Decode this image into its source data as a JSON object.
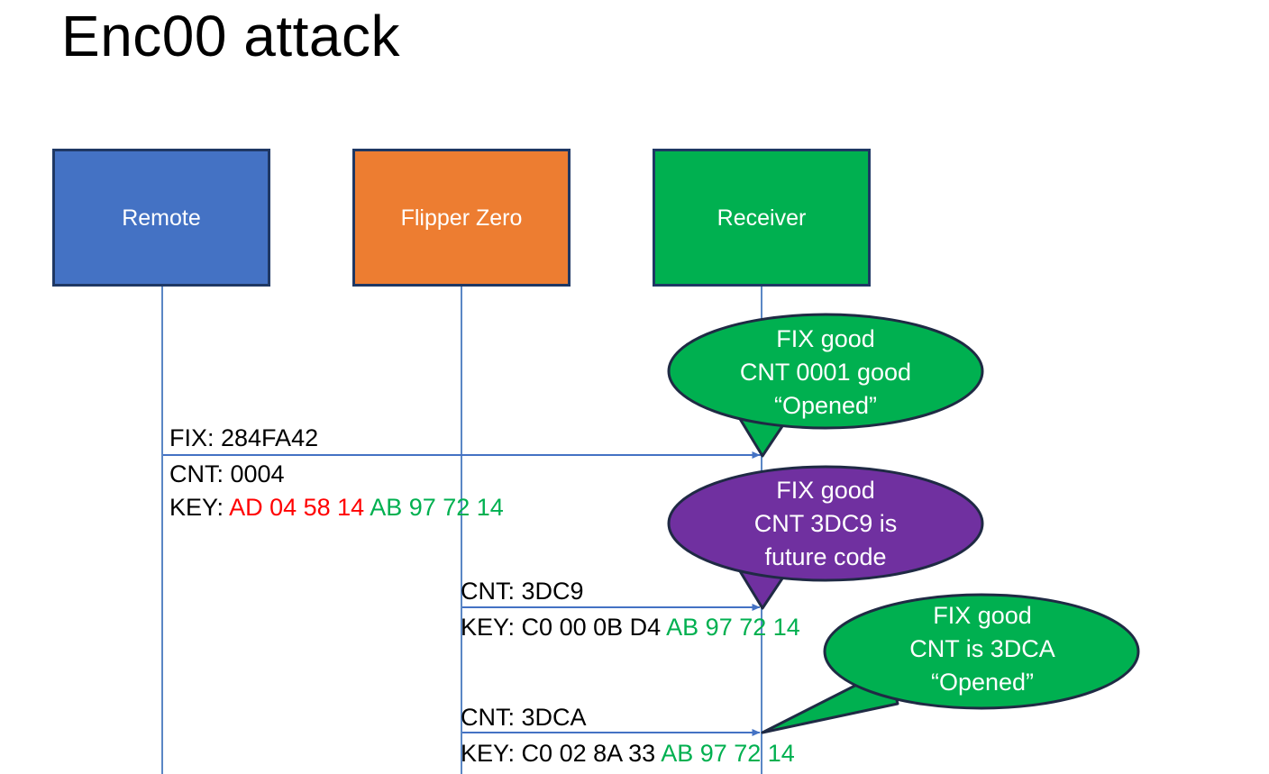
{
  "slide": {
    "title": "Enc00 attack",
    "background": "#ffffff"
  },
  "colors": {
    "remote_fill": "#4472C4",
    "flipper_fill": "#ED7D31",
    "receiver_fill": "#00B050",
    "box_border": "#1F3864",
    "lifeline": "#5B87C5",
    "arrow": "#4472C4",
    "bubble_good": "#00B050",
    "bubble_future": "#7030A0",
    "bubble_border": "#1F2A44",
    "hex_red": "#FF0000",
    "hex_green": "#00B050",
    "hex_black": "#000000",
    "text_white": "#FFFFFF",
    "text_black": "#000000"
  },
  "actors": [
    {
      "id": "remote",
      "label": "Remote"
    },
    {
      "id": "flipper",
      "label": "Flipper Zero"
    },
    {
      "id": "receiver",
      "label": "Receiver"
    }
  ],
  "messages": {
    "fix_line": "FIX: 284FA42",
    "cnt_0004": "CNT: 0004",
    "key1_prefix": "KEY: ",
    "key1_red": "AD 04 58 14 ",
    "key1_green": "AB 97 72 14",
    "cnt_3dc9": "CNT: 3DC9",
    "key2_prefix": "KEY: ",
    "key2_black": "C0 00 0B D4 ",
    "key2_green": "AB 97 72 14",
    "cnt_3dca": "CNT: 3DCA",
    "key3_prefix": "KEY: ",
    "key3_black": "C0 02 8A 33 ",
    "key3_green": "AB 97 72 14"
  },
  "bubbles": [
    {
      "id": "bubble-receiver-ok-0001",
      "kind": "good",
      "lines": [
        "FIX good",
        "CNT 0001 good",
        "“Opened”"
      ],
      "text": "FIX good\nCNT 0001 good\n“Opened”"
    },
    {
      "id": "bubble-receiver-future-3dc9",
      "kind": "future",
      "lines": [
        "FIX good",
        "CNT 3DC9 is",
        "future code"
      ],
      "text": "FIX good\nCNT 3DC9 is\nfuture code"
    },
    {
      "id": "bubble-receiver-ok-3dca",
      "kind": "good",
      "lines": [
        "FIX good",
        "CNT is 3DCA",
        "“Opened”"
      ],
      "text": "FIX good\nCNT is 3DCA\n“Opened”"
    }
  ]
}
